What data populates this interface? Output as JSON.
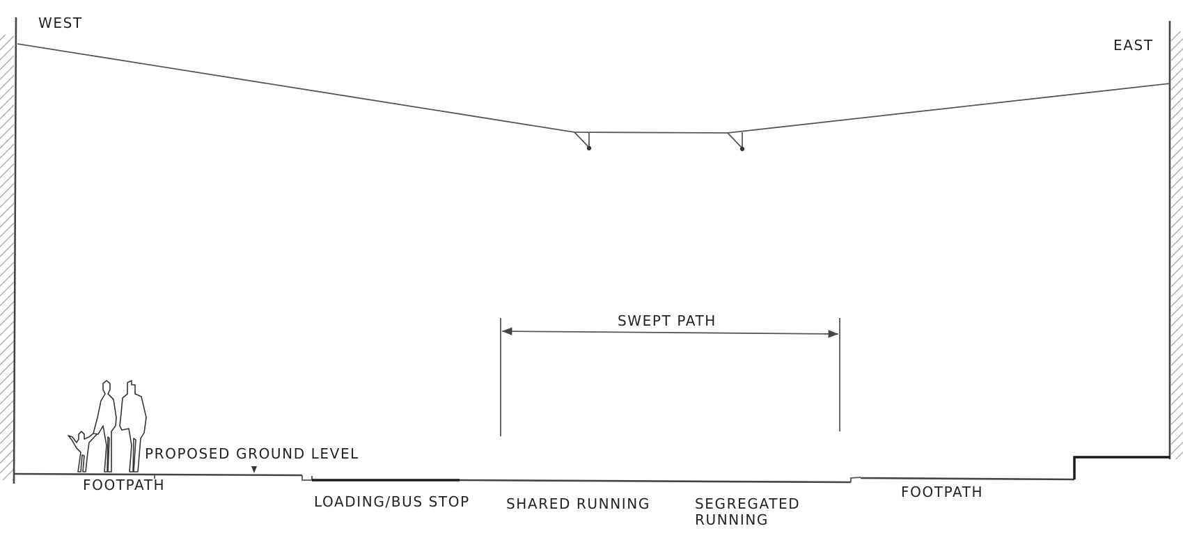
{
  "labels": {
    "west": "WEST",
    "east": "EAST",
    "swept_path": "SWEPT PATH",
    "proposed_ground_level": "PROPOSED GROUND LEVEL",
    "footpath_left": "FOOTPATH",
    "loading_bus_stop": "LOADING/BUS STOP",
    "shared_running": "SHARED RUNNING",
    "segregated_running_line1": "SEGREGATED",
    "segregated_running_line2": "RUNNING",
    "footpath_right": "FOOTPATH"
  },
  "colors": {
    "line": "#444444",
    "hatch": "#aaaaaa",
    "text": "#222222"
  }
}
